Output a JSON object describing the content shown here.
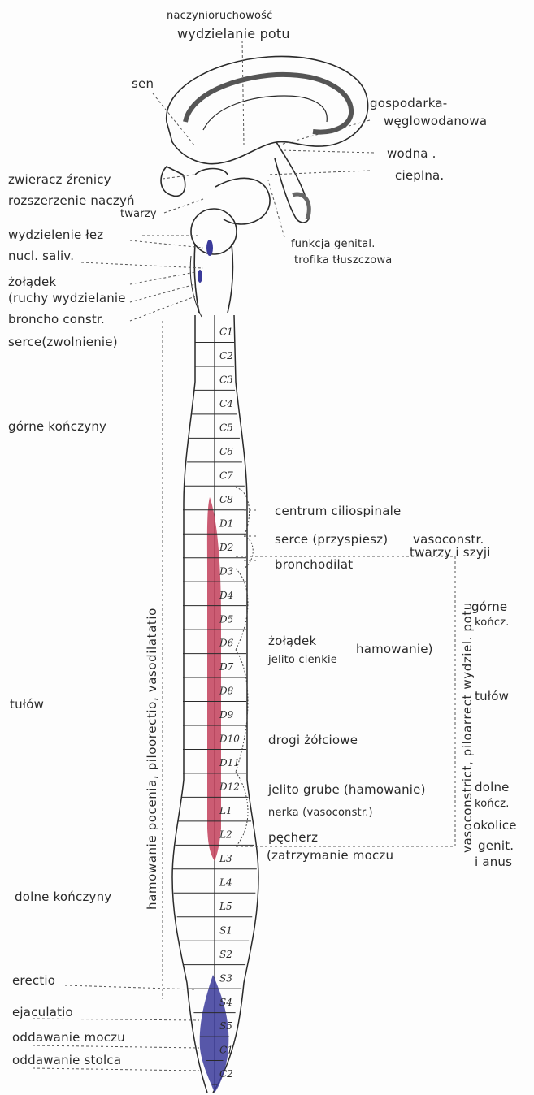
{
  "top_labels": {
    "vasomotor": "naczynioruchowość",
    "sweat": "wydzielanie potu",
    "sleep": "sen",
    "carbohydrate_1": "gospodarka-",
    "carbohydrate_2": "węglowodanowa",
    "water": "wodna .",
    "heat": "cieplna.",
    "genital_1": "funkcja genital.",
    "genital_2": "trofika tłuszczowa"
  },
  "left_labels": {
    "pupil": "zwieracz źrenicy",
    "vasodilation": "rozszerzenie naczyń",
    "face": "twarzy",
    "tears": "wydzielenie łez",
    "saliv": "nucl. saliv.",
    "stomach": "żołądek",
    "motility": "(ruchy wydzielanie",
    "broncho": "broncho constr.",
    "heart": "serce(zwolnienie)",
    "upper_limbs": "górne kończyny",
    "trunk": "tułów",
    "lower_limbs": "dolne kończyny",
    "erectio": "erectio",
    "ejaculatio": "ejaculatio",
    "urination": "oddawanie moczu",
    "defecation": "oddawanie stolca"
  },
  "vertical_labels": {
    "left": "hamowanie pocenia, piloorectio, vasodilatatio",
    "right": "vasoconstrict, piloarrect wydziel. potu"
  },
  "right_labels": {
    "ciliospinale": "centrum ciliospinale",
    "heart_acc": "serce (przyspiesz)",
    "vasoconstr": "vasoconstr.",
    "face_neck": "twarzy i szyji",
    "bronchodilat": "bronchodilat",
    "stomach": "żołądek",
    "small_intestine": "jelito cienkie",
    "inhibition": "hamowanie)",
    "bile": "drogi żółciowe",
    "colon": "jelito grube (hamowanie)",
    "kidney": "nerka (vasoconstr.)",
    "bladder": "pęcherz",
    "retention": "(zatrzymanie moczu",
    "upper": "górne",
    "upper_2": "kończ.",
    "trunk": "tułów",
    "lower": "dolne",
    "lower_2": "kończ.",
    "region": "okolice",
    "genit": "genit.",
    "anus": "i anus"
  },
  "segments": [
    "C1",
    "C2",
    "C3",
    "C4",
    "C5",
    "C6",
    "C7",
    "C8",
    "D1",
    "D2",
    "D3",
    "D4",
    "D5",
    "D6",
    "D7",
    "D8",
    "D9",
    "D10",
    "D11",
    "D12",
    "L1",
    "L2",
    "L3",
    "L4",
    "L5",
    "S1",
    "S2",
    "S3",
    "S4",
    "S5",
    "C1",
    "C2"
  ],
  "colors": {
    "sympathetic": "#c2405a",
    "parasympathetic": "#3a3a9a",
    "ink": "#2a2a2a"
  }
}
